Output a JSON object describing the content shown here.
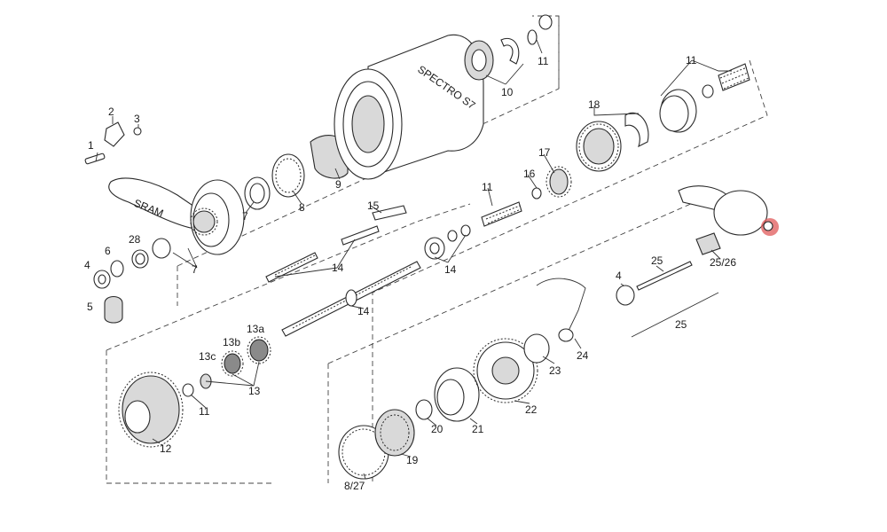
{
  "diagram": {
    "brand_mark": "SRAM",
    "hub_mark": "SPECTRO S7",
    "highlight_color": "#e05a5a",
    "callouts": [
      {
        "id": "c1",
        "text": "1"
      },
      {
        "id": "c2",
        "text": "2"
      },
      {
        "id": "c3",
        "text": "3"
      },
      {
        "id": "c4a",
        "text": "4"
      },
      {
        "id": "c4b",
        "text": "4"
      },
      {
        "id": "c5",
        "text": "5"
      },
      {
        "id": "c6",
        "text": "6"
      },
      {
        "id": "c7a",
        "text": "7"
      },
      {
        "id": "c7b",
        "text": "7"
      },
      {
        "id": "c8",
        "text": "8"
      },
      {
        "id": "c827",
        "text": "8/27"
      },
      {
        "id": "c9",
        "text": "9"
      },
      {
        "id": "c10",
        "text": "10"
      },
      {
        "id": "c11a",
        "text": "11"
      },
      {
        "id": "c11b",
        "text": "11"
      },
      {
        "id": "c11c",
        "text": "11"
      },
      {
        "id": "c11d",
        "text": "11"
      },
      {
        "id": "c12",
        "text": "12"
      },
      {
        "id": "c13",
        "text": "13"
      },
      {
        "id": "c13a",
        "text": "13a"
      },
      {
        "id": "c13b",
        "text": "13b"
      },
      {
        "id": "c13c",
        "text": "13c"
      },
      {
        "id": "c14a",
        "text": "14"
      },
      {
        "id": "c14b",
        "text": "14"
      },
      {
        "id": "c14c",
        "text": "14"
      },
      {
        "id": "c15",
        "text": "15"
      },
      {
        "id": "c16",
        "text": "16"
      },
      {
        "id": "c17",
        "text": "17"
      },
      {
        "id": "c18",
        "text": "18"
      },
      {
        "id": "c19",
        "text": "19"
      },
      {
        "id": "c20",
        "text": "20"
      },
      {
        "id": "c21",
        "text": "21"
      },
      {
        "id": "c22",
        "text": "22"
      },
      {
        "id": "c23",
        "text": "23"
      },
      {
        "id": "c24",
        "text": "24"
      },
      {
        "id": "c25a",
        "text": "25"
      },
      {
        "id": "c25b",
        "text": "25"
      },
      {
        "id": "c2526",
        "text": "25/26"
      },
      {
        "id": "c28",
        "text": "28"
      }
    ]
  }
}
